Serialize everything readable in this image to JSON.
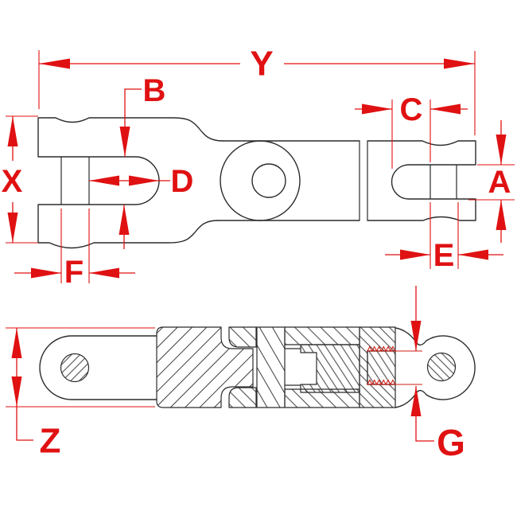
{
  "drawing": {
    "colors": {
      "dimension": "#e01112",
      "outline": "#2b2b2b",
      "hatch": "#3c3c3c",
      "thread": "#cf1d15",
      "background": "#ffffff"
    }
  },
  "labels": {
    "y": "Y",
    "b": "B",
    "c": "C",
    "x": "X",
    "d": "D",
    "a": "A",
    "f": "F",
    "e": "E",
    "z": "Z",
    "g": "G"
  }
}
